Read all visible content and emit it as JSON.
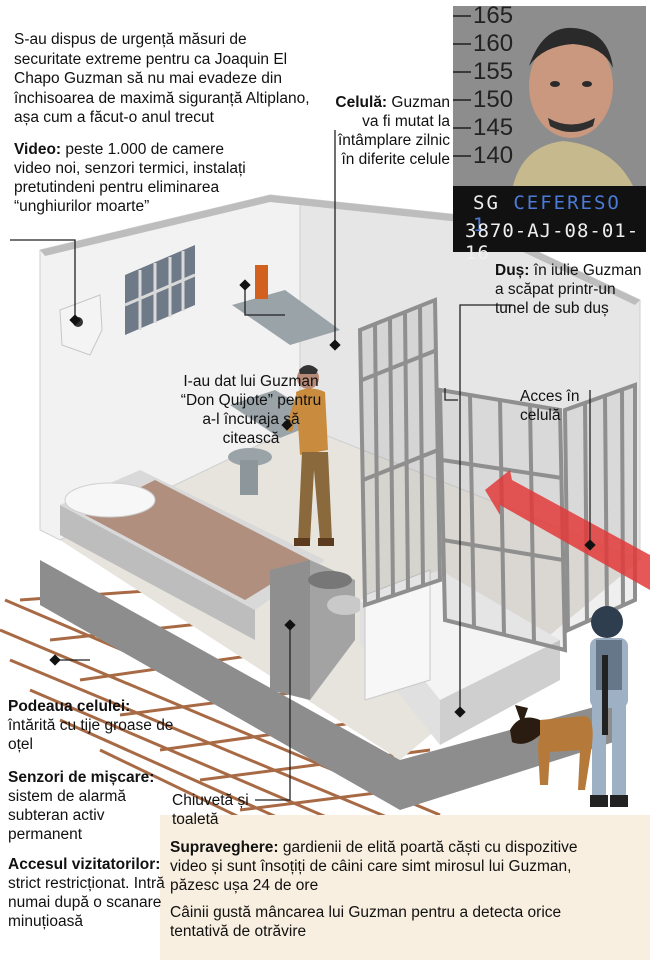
{
  "intro": "S-au dispus de urgență măsuri de securitate extreme pentru ca Joaquin El Chapo Guzman să nu mai evadeze din închisoarea de maximă siguranță Altiplano, așa cum a făcut-o anul trecut",
  "video": {
    "title": "Video:",
    "text": " peste 1.000 de camere video noi, senzori termici, instalați pretutindeni pentru eliminarea “unghiurilor moarte”"
  },
  "celula": {
    "title": "Celulă:",
    "text": " Guzman va fi mutat la întâmplare zilnic în diferite celule"
  },
  "dus": {
    "title": "Duș:",
    "text": " în iulie Guzman a scăpat printr-un tunel de sub duș"
  },
  "don_quijote": "I-au dat lui Guzman “Don Quijote” pentru a-l încuraja să citească",
  "acces": "Acces în celulă",
  "podeaua": {
    "title": "Podeaua celulei:",
    "text": "întărită cu tije groase de oțel"
  },
  "senzori": {
    "title": "Senzori de mișcare:",
    "text": "sistem de alarmă subteran activ permanent"
  },
  "accesul": {
    "title": "Accesul vizitatorilor:",
    "text": "strict restricționat. Intră numai după o scanare minuțioasă"
  },
  "chiuveta": "Chiuvetă și toaletă",
  "supraveghere": {
    "title": "Supraveghere:",
    "text": " gardienii de elită poartă căști cu dispozitive video și sunt însoțiți de câini care simt mirosul lui Guzman, păzesc ușa 24 de ore"
  },
  "caini": "Câinii gustă mâncarea lui Guzman pentru a detecta orice tentativă de otrăvire",
  "mugshot": {
    "ruler": [
      "165",
      "160",
      "155",
      "150",
      "145",
      "140"
    ],
    "sign_prefix": "SG ",
    "sign_highlight": "CEFERESO 1",
    "sign_code": "3870-AJ-08-01-16"
  },
  "colors": {
    "accent": "#e23a3a",
    "floor": "#e9e6e0",
    "bed": "#b18f7f",
    "panel": "#f8efe0"
  }
}
